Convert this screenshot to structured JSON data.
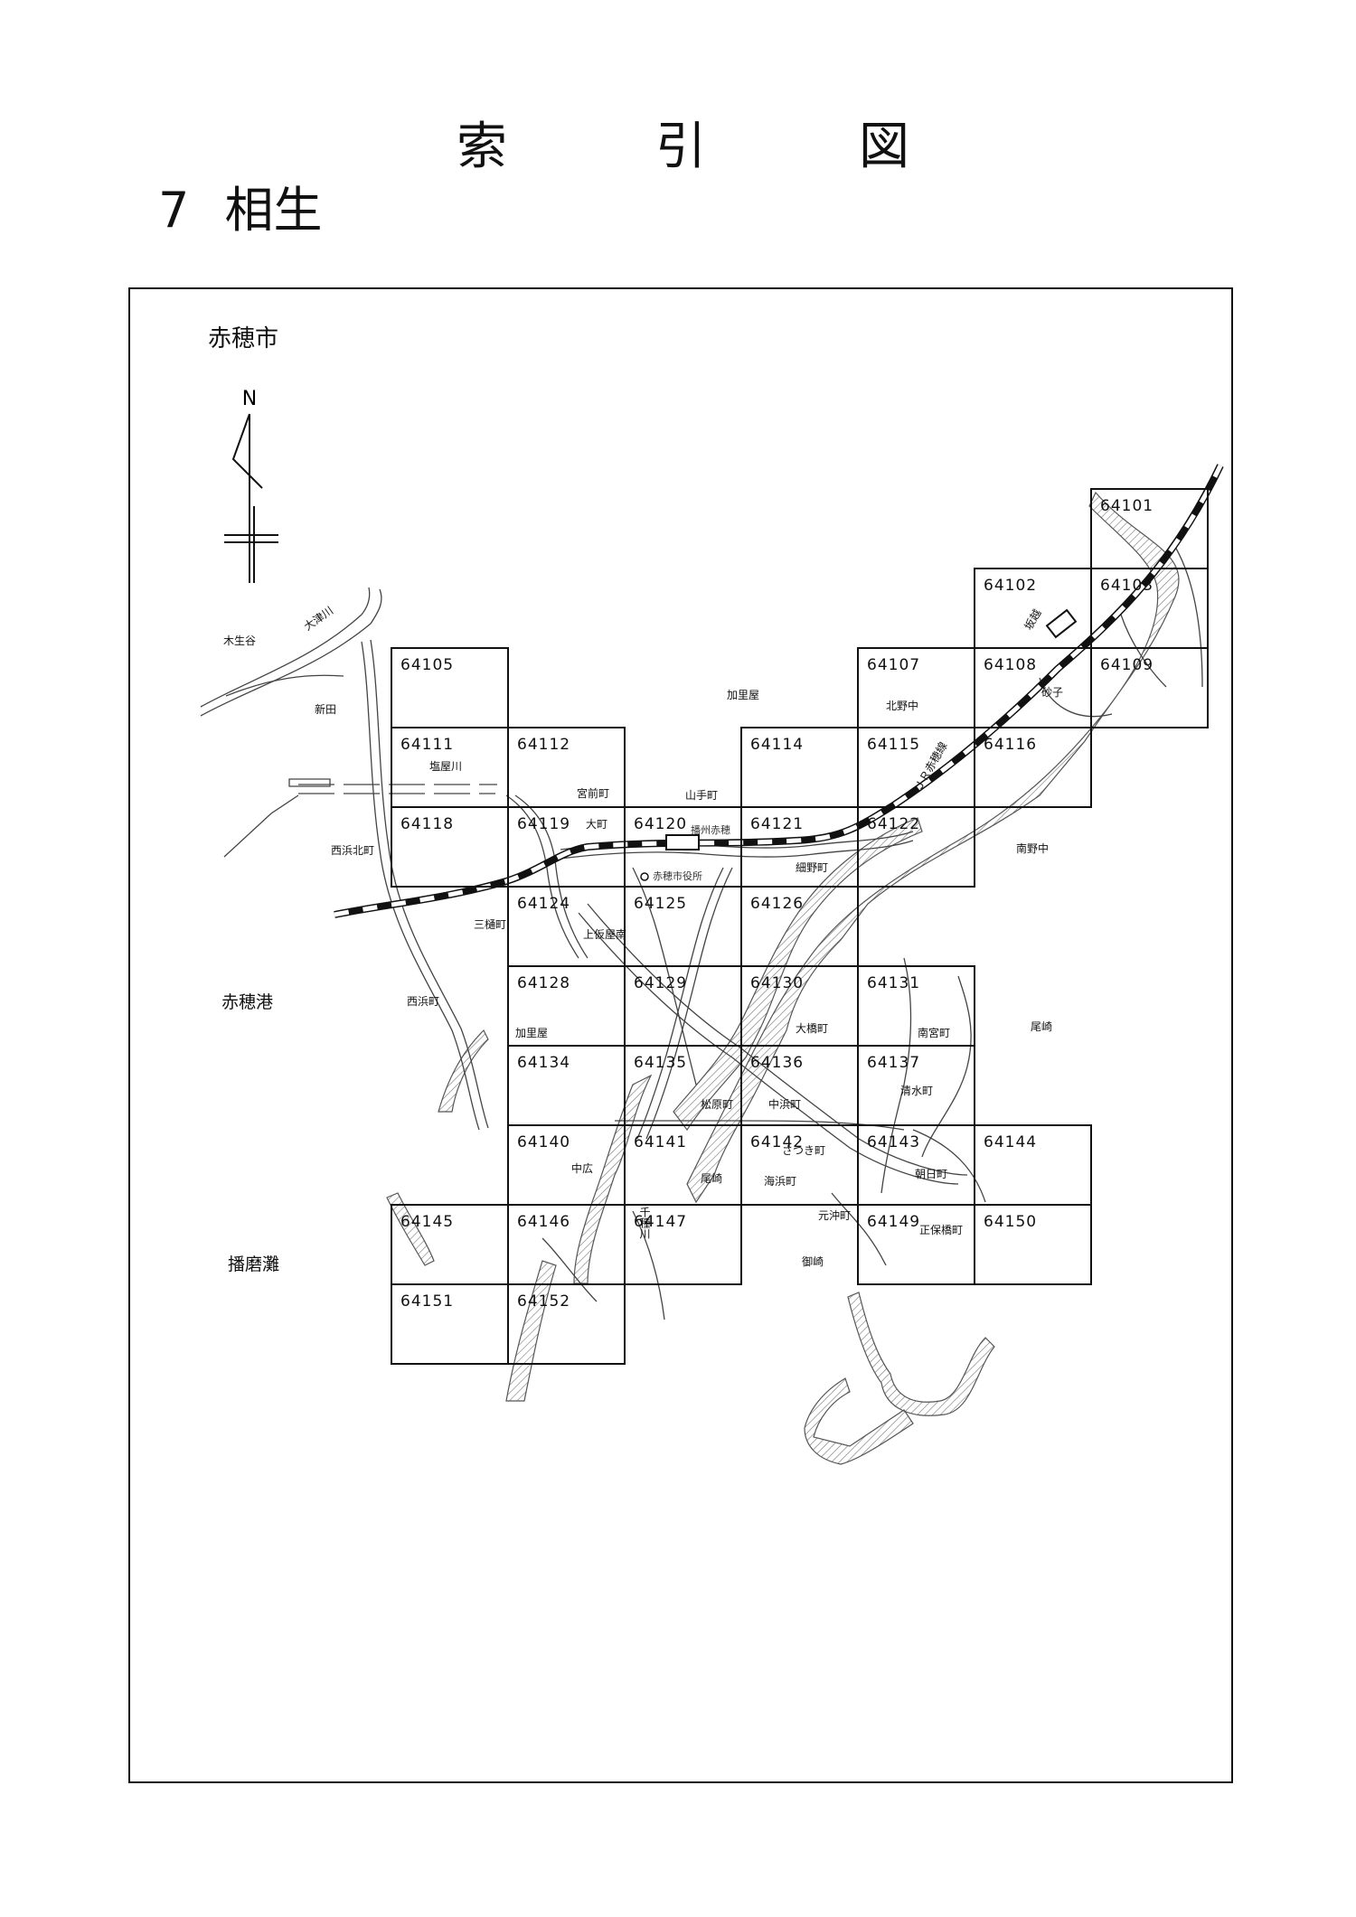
{
  "header": {
    "title_chars": [
      "索",
      "引",
      "図"
    ],
    "number": "7",
    "name": "相生"
  },
  "map": {
    "city": "赤穂市",
    "north_label": "N",
    "tiles": [
      "64101",
      "64102",
      "64103",
      "64105",
      "64107",
      "64108",
      "64109",
      "64111",
      "64112",
      "64114",
      "64115",
      "64116",
      "64118",
      "64119",
      "64120",
      "64121",
      "64122",
      "64124",
      "64125",
      "64126",
      "64128",
      "64129",
      "64130",
      "64131",
      "64134",
      "64135",
      "64136",
      "64137",
      "64140",
      "64141",
      "64142",
      "64143",
      "64144",
      "64145",
      "64146",
      "64147",
      "64149",
      "64150",
      "64151",
      "64152"
    ],
    "places": {
      "kio_dani": "木生谷",
      "otsu_gawa": "大津川",
      "shinden": "新田",
      "kariya": "加里屋",
      "kitanonaka": "北野中",
      "sakagoshi": "坂越",
      "sunago": "砂子",
      "jr_ako_line": "ＪＲ赤穂線",
      "shioya_gawa": "塩屋川",
      "miyamae_cho": "宮前町",
      "yamate_cho": "山手町",
      "omachi": "大町",
      "banshu_ako": "播州赤穂",
      "nishihama_kita_cho": "西浜北町",
      "ako_shiyakusho": "赤穂市役所",
      "hosono_cho": "細野町",
      "minaminonaka": "南野中",
      "mihi_cho": "三樋町",
      "kamikariyaminami": "上仮屋南",
      "ako_ko": "赤穂港",
      "nishihama_cho": "西浜町",
      "kariya2": "加里屋",
      "ohashi_cho": "大橋町",
      "minamimiya_cho": "南宮町",
      "osaki": "尾崎",
      "shimizu_cho": "清水町",
      "matsubara_cho": "松原町",
      "nakahama_cho": "中浜町",
      "satsuki_cho": "さつき町",
      "asahi_cho": "朝日町",
      "nakahiro": "中広",
      "osaki2": "尾崎",
      "kaihin_cho": "海浜町",
      "motooki_cho": "元沖町",
      "shohobashi_cho": "正保橋町",
      "harima_nada": "播磨灘",
      "chikusa_gawa": "千種川",
      "misaki": "御崎"
    }
  }
}
